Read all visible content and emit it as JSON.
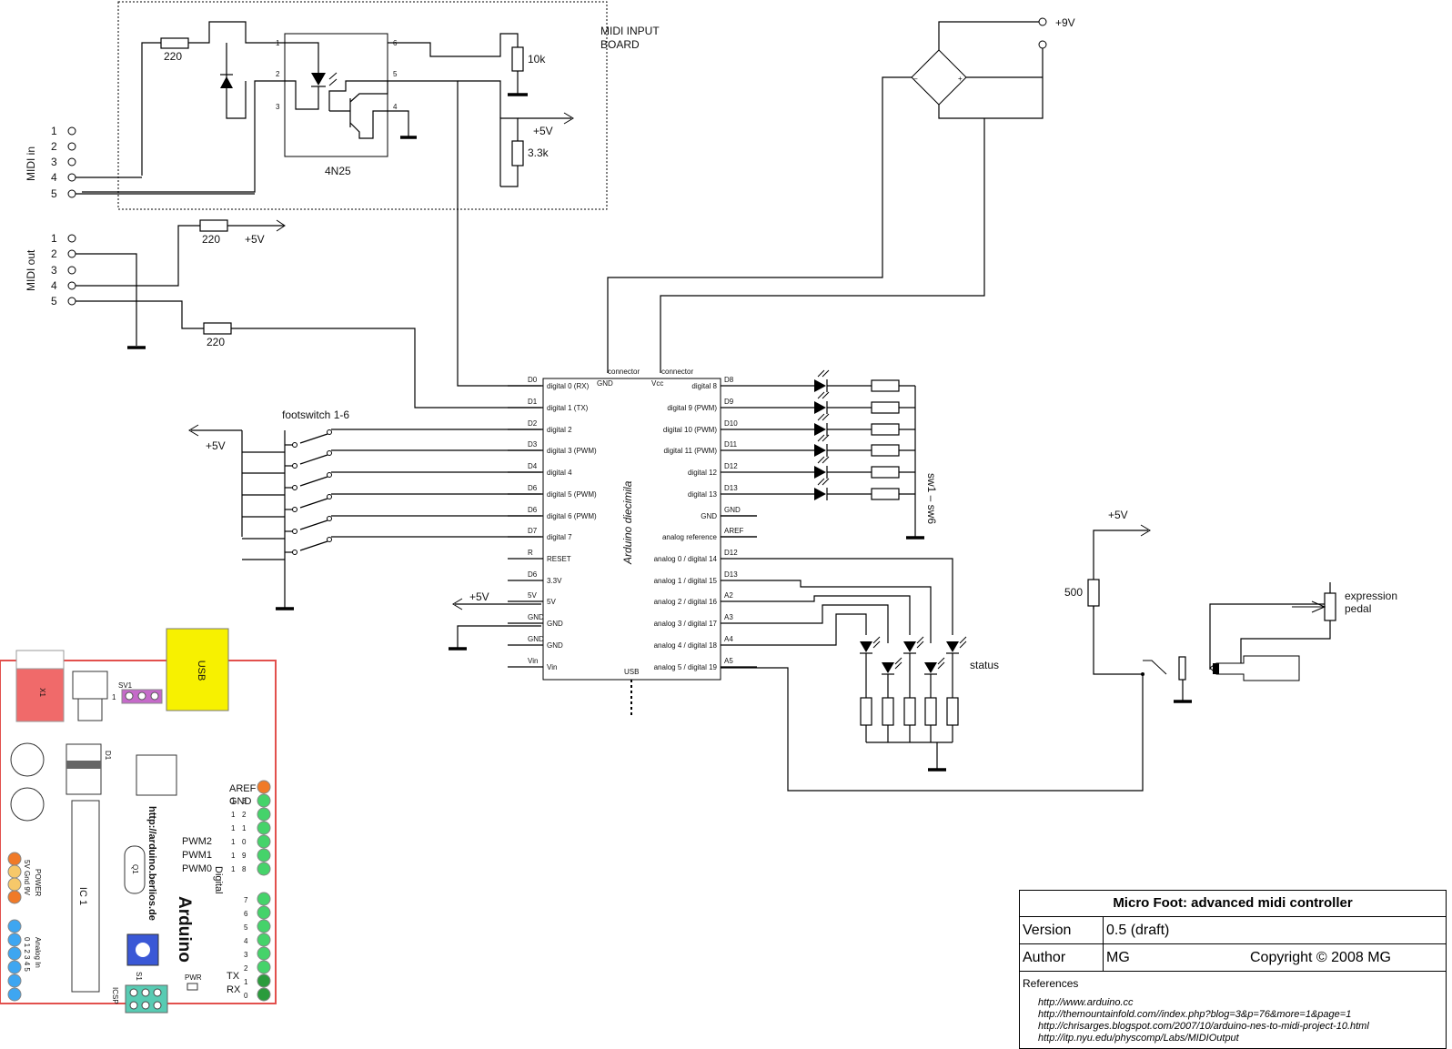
{
  "midi_input_board": {
    "title_line1": "MIDI INPUT",
    "title_line2": "BOARD",
    "optocoupler": "4N25",
    "opto_pins": [
      "1",
      "2",
      "3",
      "6",
      "5",
      "4"
    ],
    "resistor_in": "220",
    "resistor_pullup": "10k",
    "resistor_div": "3.3k",
    "supply": "+5V"
  },
  "midi_in": {
    "label": "MIDI in",
    "pins": [
      "1",
      "2",
      "3",
      "4",
      "5"
    ]
  },
  "midi_out": {
    "label": "MIDI out",
    "pins": [
      "1",
      "2",
      "3",
      "4",
      "5"
    ],
    "resistor_top": "220",
    "resistor_bottom": "220",
    "supply": "+5V"
  },
  "power": {
    "supply": "+9V"
  },
  "footswitch": {
    "label": "footswitch 1-6",
    "supply": "+5V"
  },
  "arduino": {
    "title": "Arduino diecimila",
    "top_pins": [
      "connector",
      "GND",
      "connector",
      "Vcc"
    ],
    "left_outer": [
      "D0",
      "D1",
      "D2",
      "D3",
      "D4",
      "D6",
      "D6",
      "D7",
      "R",
      "D6",
      "5V",
      "GND",
      "GND",
      "Vin"
    ],
    "left_inner": [
      "digital 0 (RX)",
      "digital 1 (TX)",
      "digital 2",
      "digital 3 (PWM)",
      "digital 4",
      "digital 5 (PWM)",
      "digital 6 (PWM)",
      "digital 7",
      "RESET",
      "3.3V",
      "5V",
      "GND",
      "GND",
      "Vin"
    ],
    "right_inner": [
      "digital 8",
      "digital 9 (PWM)",
      "digital 10 (PWM)",
      "digital 11 (PWM)",
      "digital 12",
      "digital 13",
      "GND",
      "analog reference",
      "analog 0 / digital 14",
      "analog 1 / digital 15",
      "analog 2 / digital 16",
      "analog 3 / digital 17",
      "analog 4 / digital 18",
      "analog 5 / digital 19"
    ],
    "right_outer": [
      "D8",
      "D9",
      "D10",
      "D11",
      "D12",
      "D13",
      "GND",
      "AREF",
      "D12",
      "D13",
      "A2",
      "A3",
      "A4",
      "A5"
    ],
    "usb": "USB",
    "supply_5v": "+5V"
  },
  "leds_label": "sw1 – sw6",
  "status_label": "status",
  "expression": {
    "resistor": "500",
    "supply": "+5V",
    "label_line1": "expression",
    "label_line2": "pedal"
  },
  "board_drawing": {
    "usb": "USB",
    "x1": "X1",
    "sv1": "SV1",
    "sv1_pin": "1",
    "d1": "D1",
    "ic1": "IC 1",
    "q1": "Q1",
    "url": "http://arduino.berlios.de",
    "brand": "Arduino",
    "power": "POWER",
    "power_pins": "5V Gnd 9V",
    "analog": "Analog In",
    "analog_pins": "0 1 2 3 4 5",
    "aref": "AREF",
    "gnd": "GND",
    "digital": "Digital",
    "pwm2": "PWM2",
    "pwm1": "PWM1",
    "pwm0": "PWM0",
    "high_pins": [
      "1",
      "1",
      "1",
      "1",
      "1",
      "1"
    ],
    "high_pins2": [
      "3",
      "2",
      "1",
      "0",
      "9",
      "8"
    ],
    "low_pins": [
      "7",
      "6",
      "5",
      "4",
      "3",
      "2",
      "1",
      "0"
    ],
    "tx": "TX",
    "rx": "RX",
    "pwr": "PWR",
    "icsp": "ICSP",
    "s1": "S1"
  },
  "title_block": {
    "title": "Micro Foot: advanced midi controller",
    "version_label": "Version",
    "version_value": "0.5 (draft)",
    "author_label": "Author",
    "author_value": "MG",
    "copyright": "Copyright © 2008 MG",
    "references_label": "References",
    "references": [
      "http://www.arduino.cc",
      "http://themountainfold.com//index.php?blog=3&p=76&more=1&page=1",
      "http://chrisarges.blogspot.com/2007/10/arduino-nes-to-midi-project-10.html",
      "http://itp.nyu.edu/physcomp/Labs/MIDIOutput"
    ]
  }
}
